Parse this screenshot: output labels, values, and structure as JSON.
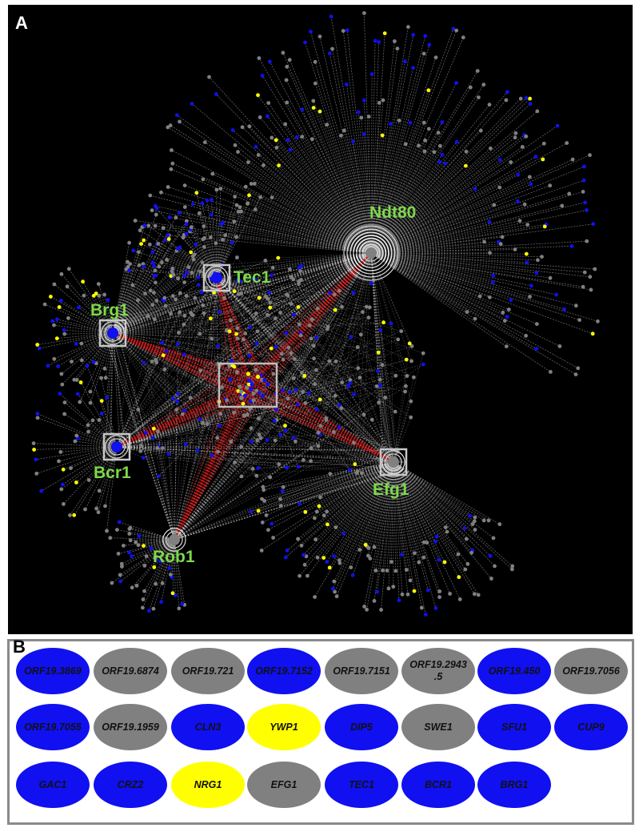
{
  "panels": {
    "a": {
      "letter": "A"
    },
    "b": {
      "letter": "B"
    }
  },
  "colors": {
    "blue": "#1010f0",
    "gray": "#808080",
    "yellow": "#ffff00",
    "hub_label": "#7ed84a",
    "highlight_edge": "#d81818",
    "edge": "#cfcfcf"
  },
  "hubs": [
    {
      "name": "Ndt80",
      "node_color": "gray",
      "boxed": false
    },
    {
      "name": "Tec1",
      "node_color": "blue",
      "boxed": true
    },
    {
      "name": "Brg1",
      "node_color": "blue",
      "boxed": true
    },
    {
      "name": "Bcr1",
      "node_color": "blue",
      "boxed": true
    },
    {
      "name": "Efg1",
      "node_color": "gray",
      "boxed": true
    },
    {
      "name": "Rob1",
      "node_color": "gray",
      "boxed": false
    }
  ],
  "legend": {
    "node_classes": [
      "blue",
      "gray",
      "yellow"
    ]
  },
  "genes": [
    [
      {
        "label": "ORF19.3869",
        "color": "blue"
      },
      {
        "label": "ORF19.6874",
        "color": "gray"
      },
      {
        "label": "ORF19.721",
        "color": "gray"
      },
      {
        "label": "ORF19.7152",
        "color": "blue"
      },
      {
        "label": "ORF19.7151",
        "color": "gray"
      },
      {
        "label": "ORF19.2943\n.5",
        "color": "gray"
      },
      {
        "label": "ORF19.450",
        "color": "blue"
      },
      {
        "label": "ORF19.7056",
        "color": "gray"
      }
    ],
    [
      {
        "label": "ORF19.7055",
        "color": "blue"
      },
      {
        "label": "ORF19.1959",
        "color": "gray"
      },
      {
        "label": "CLN3",
        "color": "blue"
      },
      {
        "label": "YWP1",
        "color": "yellow"
      },
      {
        "label": "DIP5",
        "color": "blue"
      },
      {
        "label": "SWE1",
        "color": "gray"
      },
      {
        "label": "SFU1",
        "color": "blue"
      },
      {
        "label": "CUP9",
        "color": "blue"
      }
    ],
    [
      {
        "label": "GAC1",
        "color": "blue"
      },
      {
        "label": "CRZ2",
        "color": "blue"
      },
      {
        "label": "NRG1",
        "color": "yellow"
      },
      {
        "label": "EFG1",
        "color": "gray"
      },
      {
        "label": "TEC1",
        "color": "blue"
      },
      {
        "label": "BCR1",
        "color": "blue"
      },
      {
        "label": "BRG1",
        "color": "blue"
      }
    ]
  ]
}
